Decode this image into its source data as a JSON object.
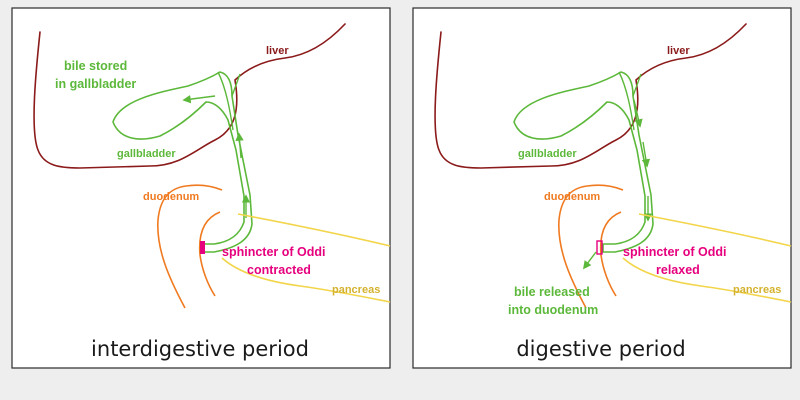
{
  "colors": {
    "background": "#eeeeee",
    "panel": "#ffffff",
    "liver": "#8b1a1a",
    "bile": "#5cb83a",
    "duodenum": "#f07a20",
    "pancreas": "#f2d54a",
    "sphincter": "#e6007e",
    "caption": "#1a1a1a"
  },
  "left_panel": {
    "liver": "liver",
    "bile_stored_1": "bile stored",
    "bile_stored_2": "in gallbladder",
    "gallbladder": "gallbladder",
    "duodenum": "duodenum",
    "sphincter_1": "sphincter of Oddi",
    "sphincter_2": "contracted",
    "pancreas": "pancreas",
    "caption": "interdigestive period"
  },
  "right_panel": {
    "liver": "liver",
    "gallbladder": "gallbladder",
    "duodenum": "duodenum",
    "sphincter_1": "sphincter of Oddi",
    "sphincter_2": "relaxed",
    "bile_released_1": "bile released",
    "bile_released_2": "into duodenum",
    "pancreas": "pancreas",
    "caption": "digestive period"
  }
}
